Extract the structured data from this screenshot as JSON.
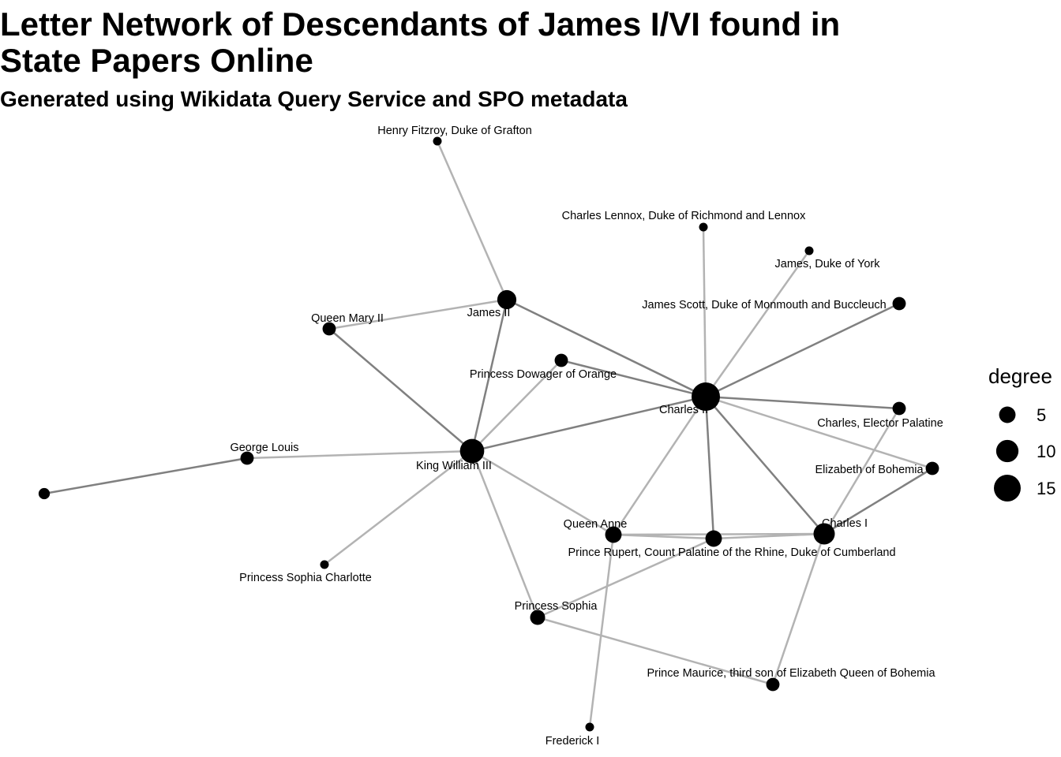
{
  "header": {
    "title": "Letter Network of Descendants of James I/VI found in State Papers Online",
    "subtitle": "Generated using Wikidata Query Service and SPO metadata"
  },
  "legend": {
    "title": "degree",
    "entries": [
      {
        "label": "5",
        "value": 5
      },
      {
        "label": "10",
        "value": 10
      },
      {
        "label": "15",
        "value": 15
      }
    ]
  },
  "colors": {
    "node": "#000000",
    "edge_dark": "#808080",
    "edge_light": "#b3b3b3"
  },
  "network": {
    "nodes": [
      {
        "id": "grafton",
        "label": "Henry Fitzroy, Duke of Grafton",
        "degree": 1
      },
      {
        "id": "lennox",
        "label": "Charles Lennox, Duke of Richmond and Lennox",
        "degree": 1
      },
      {
        "id": "york",
        "label": "James, Duke of York",
        "degree": 1
      },
      {
        "id": "monmouth",
        "label": "James Scott, Duke of Monmouth and Buccleuch",
        "degree": 3
      },
      {
        "id": "james2",
        "label": "James II",
        "degree": 7
      },
      {
        "id": "mary2",
        "label": "Queen Mary II",
        "degree": 3
      },
      {
        "id": "dowager",
        "label": "Princess Dowager of Orange",
        "degree": 3
      },
      {
        "id": "charles2",
        "label": "Charles II",
        "degree": 17
      },
      {
        "id": "elector",
        "label": "Charles, Elector Palatine",
        "degree": 3
      },
      {
        "id": "bohemia",
        "label": "Elizabeth of Bohemia",
        "degree": 3
      },
      {
        "id": "george",
        "label": "George Louis",
        "degree": 3
      },
      {
        "id": "william3",
        "label": "King William III",
        "degree": 12
      },
      {
        "id": "unlabeled",
        "label": "",
        "degree": 2
      },
      {
        "id": "anne",
        "label": "Queen Anne",
        "degree": 5
      },
      {
        "id": "charles1",
        "label": "Charles I",
        "degree": 9
      },
      {
        "id": "rupert",
        "label": "Prince Rupert, Count Palatine of the Rhine, Duke of Cumberland",
        "degree": 5
      },
      {
        "id": "charlotte",
        "label": "Princess Sophia Charlotte",
        "degree": 1
      },
      {
        "id": "sophia",
        "label": "Princess Sophia",
        "degree": 4
      },
      {
        "id": "maurice",
        "label": "Prince Maurice, third son of Elizabeth Queen of Bohemia",
        "degree": 3
      },
      {
        "id": "frederick",
        "label": "Frederick I",
        "degree": 1
      }
    ],
    "edges": [
      {
        "source": "grafton",
        "target": "james2",
        "weight": "light"
      },
      {
        "source": "mary2",
        "target": "james2",
        "weight": "light"
      },
      {
        "source": "mary2",
        "target": "william3",
        "weight": "dark"
      },
      {
        "source": "james2",
        "target": "william3",
        "weight": "dark"
      },
      {
        "source": "james2",
        "target": "charles2",
        "weight": "dark"
      },
      {
        "source": "dowager",
        "target": "charles2",
        "weight": "dark"
      },
      {
        "source": "dowager",
        "target": "william3",
        "weight": "light"
      },
      {
        "source": "lennox",
        "target": "charles2",
        "weight": "light"
      },
      {
        "source": "york",
        "target": "charles2",
        "weight": "light"
      },
      {
        "source": "monmouth",
        "target": "charles2",
        "weight": "dark"
      },
      {
        "source": "charles2",
        "target": "elector",
        "weight": "dark"
      },
      {
        "source": "charles2",
        "target": "bohemia",
        "weight": "light"
      },
      {
        "source": "charles2",
        "target": "william3",
        "weight": "dark"
      },
      {
        "source": "charles2",
        "target": "anne",
        "weight": "light"
      },
      {
        "source": "charles2",
        "target": "rupert",
        "weight": "dark"
      },
      {
        "source": "charles2",
        "target": "charles1",
        "weight": "dark"
      },
      {
        "source": "elector",
        "target": "charles1",
        "weight": "light"
      },
      {
        "source": "bohemia",
        "target": "charles1",
        "weight": "dark"
      },
      {
        "source": "george",
        "target": "william3",
        "weight": "light"
      },
      {
        "source": "george",
        "target": "unlabeled",
        "weight": "dark"
      },
      {
        "source": "william3",
        "target": "anne",
        "weight": "light"
      },
      {
        "source": "william3",
        "target": "charlotte",
        "weight": "light"
      },
      {
        "source": "william3",
        "target": "sophia",
        "weight": "light"
      },
      {
        "source": "anne",
        "target": "rupert",
        "weight": "light"
      },
      {
        "source": "anne",
        "target": "charles1",
        "weight": "light"
      },
      {
        "source": "anne",
        "target": "frederick",
        "weight": "light"
      },
      {
        "source": "rupert",
        "target": "charles1",
        "weight": "light"
      },
      {
        "source": "rupert",
        "target": "sophia",
        "weight": "light"
      },
      {
        "source": "charles1",
        "target": "maurice",
        "weight": "light"
      },
      {
        "source": "sophia",
        "target": "maurice",
        "weight": "light"
      }
    ]
  }
}
